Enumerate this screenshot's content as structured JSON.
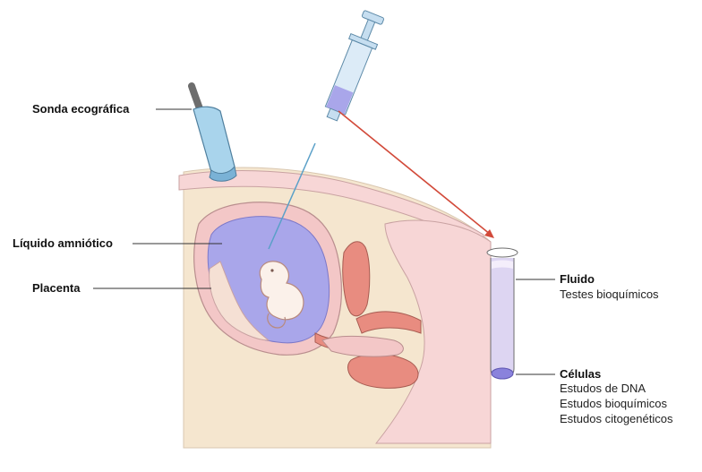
{
  "labels": {
    "probe": "Sonda ecográfica",
    "amniotic": "Líquido amniótico",
    "placenta": "Placenta",
    "fluid": "Fluido",
    "fluid_use": "Testes bioquímicos",
    "cells": "Células",
    "cells_uses": [
      "Estudos de DNA",
      "Estudos bioquímicos",
      "Estudos citogenéticos"
    ]
  },
  "colors": {
    "skin": "#f5e6cf",
    "tissue": "#f7d6d6",
    "tissue_outline": "#c9a2a2",
    "uterus_wall": "#f3c7c7",
    "amniotic_fluid": "#a9a6ea",
    "organ": "#e88c80",
    "probe": "#a9d4ec",
    "syringe": "#c6def0",
    "arrow": "#d24a3a",
    "tube_fluid": "#ddd5f2",
    "cells": "#8a82dc"
  },
  "icons": [
    "ultrasound-probe-icon",
    "syringe-icon",
    "test-tube-icon",
    "fetus-icon"
  ]
}
